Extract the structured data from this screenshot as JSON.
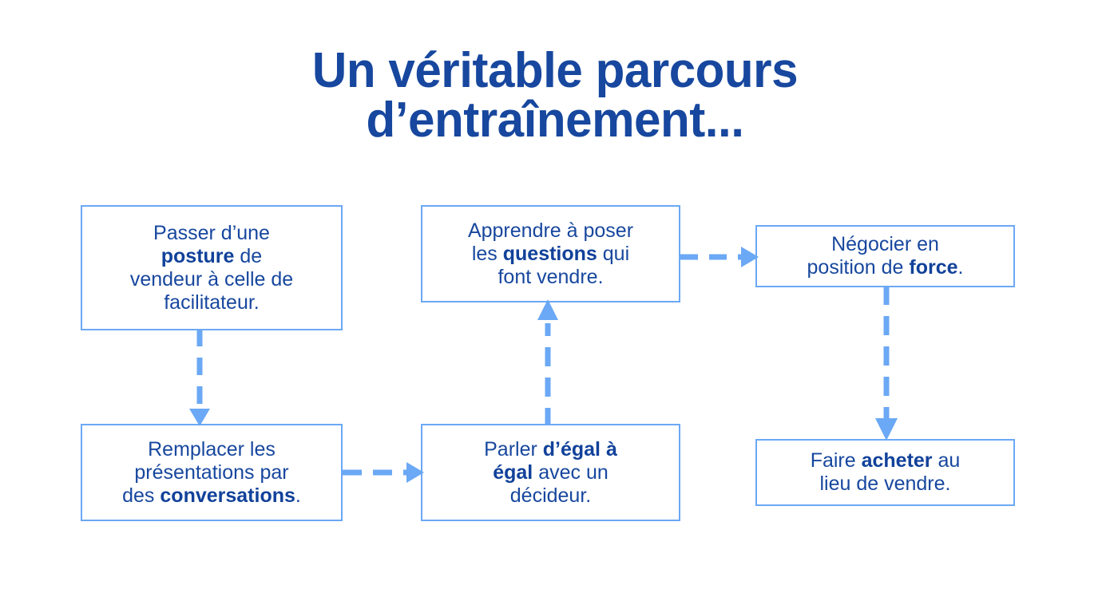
{
  "title": {
    "text": "Un véritable parcours\nd’entraînement...",
    "color": "#17479E"
  },
  "theme": {
    "background": "#FFFFFF",
    "box_border": "#6BA8F5",
    "text_blue": "#17479E",
    "bold_blue": "#11419A",
    "arrow": "#6BA8F5"
  },
  "diagram": {
    "type": "flow",
    "nodes": [
      {
        "id": "posture",
        "label": "Passer d’une posture de vendeur à celle de facilitateur.",
        "line1_a": "Passer d’une",
        "line2_bold": "posture",
        "line2_b": " de",
        "line3": "vendeur à celle de",
        "line4": "facilitateur."
      },
      {
        "id": "questions",
        "label": "Apprendre à poser les questions qui font vendre.",
        "line1": "Apprendre à poser",
        "line2_a": "les ",
        "line2_bold": "questions",
        "line2_b": " qui",
        "line3": "font vendre."
      },
      {
        "id": "negocier",
        "label": "Négocier en position de force.",
        "line1": "Négocier en",
        "line2_a": "position de ",
        "line2_bold": "force",
        "line2_b": "."
      },
      {
        "id": "conversations",
        "label": "Remplacer les présentations par des conversations.",
        "line1": "Remplacer les",
        "line2": "présentations par",
        "line3_a": "des ",
        "line3_bold": "conversations",
        "line3_b": "."
      },
      {
        "id": "parler",
        "label": "Parler d’égal à égal avec un décideur.",
        "line1_a": "Parler ",
        "line1_bold": "d’égal à",
        "line2_bold": "égal",
        "line2_b": " avec un",
        "line3": "décideur."
      },
      {
        "id": "acheter",
        "label": "Faire acheter au lieu de vendre.",
        "line1_a": "Faire ",
        "line1_bold": "acheter",
        "line1_b": " au",
        "line2": "lieu de vendre."
      }
    ],
    "edges": [
      {
        "id": "posture-conversations",
        "from": "posture",
        "to": "conversations",
        "direction": "down",
        "style": "dashed"
      },
      {
        "id": "conversations-parler",
        "from": "conversations",
        "to": "parler",
        "direction": "right",
        "style": "dashed"
      },
      {
        "id": "parler-questions",
        "from": "parler",
        "to": "questions",
        "direction": "up",
        "style": "dashed"
      },
      {
        "id": "questions-negocier",
        "from": "questions",
        "to": "negocier",
        "direction": "right",
        "style": "dashed"
      },
      {
        "id": "negocier-acheter",
        "from": "negocier",
        "to": "acheter",
        "direction": "down",
        "style": "dashed"
      }
    ]
  }
}
